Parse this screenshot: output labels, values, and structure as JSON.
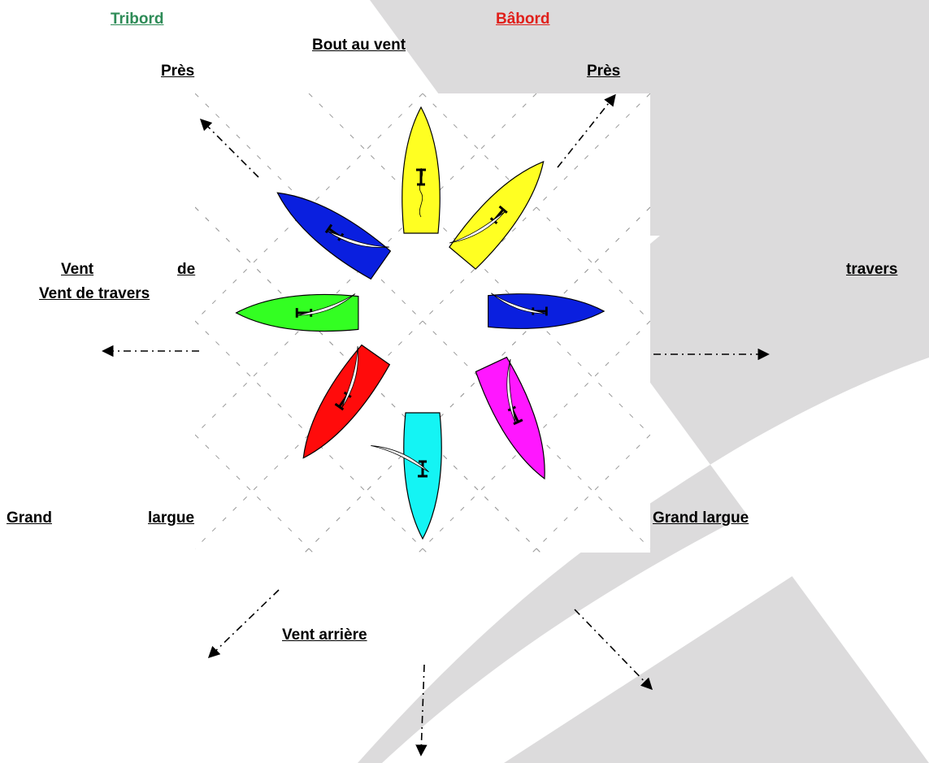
{
  "labels": {
    "tribord": "Tribord ",
    "babord": "Bâbord",
    "bout_au_vent": "Bout au vent",
    "pres_left": " Près",
    "pres_right": "Près",
    "vent_left_word1": "Vent",
    "vent_left_word2": "de",
    "vent_left_line2": "Vent de travers",
    "travers_right": "travers",
    "grand_left_word1": "Grand",
    "grand_left_word2": "largue",
    "grand_right": "Grand largue",
    "vent_arriere": "Vent arrière"
  },
  "colors": {
    "tribord": "#2e8b57",
    "babord": "#e0201b",
    "background_shape": "#dcdbdc",
    "boat_yellow": "#ffff22",
    "boat_blue": "#0a1fdf",
    "boat_green": "#33ff22",
    "boat_red": "#ff0b0b",
    "boat_cyan": "#14f4f4",
    "boat_magenta": "#ff17ff"
  },
  "boats": [
    {
      "id": "boat-bout-au-vent",
      "color": "boat_yellow",
      "heading": 0
    },
    {
      "id": "boat-pres-babord",
      "color": "boat_yellow",
      "heading": 40
    },
    {
      "id": "boat-pres-tribord",
      "color": "boat_blue",
      "heading": -55
    },
    {
      "id": "boat-travers-babord",
      "color": "boat_blue",
      "heading": 90
    },
    {
      "id": "boat-travers-tribord",
      "color": "boat_green",
      "heading": -90
    },
    {
      "id": "boat-largue-tribord",
      "color": "boat_red",
      "heading": -145
    },
    {
      "id": "boat-largue-babord",
      "color": "boat_magenta",
      "heading": 155
    },
    {
      "id": "boat-vent-arriere",
      "color": "boat_cyan",
      "heading": 180
    }
  ]
}
